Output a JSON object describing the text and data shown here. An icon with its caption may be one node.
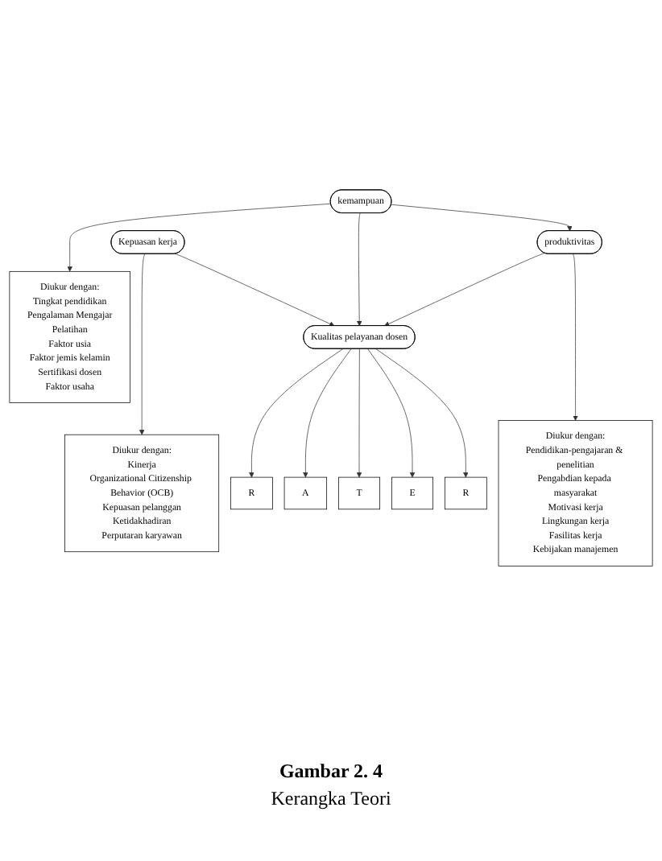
{
  "diagram": {
    "caption": "Gambar 2. 4",
    "nodes": [
      {
        "text": [
          "Diukur dengan:",
          "Tingkat pendidikan",
          "Pengalaman Mengajar",
          "Pelatihan",
          "Faktor usia",
          "Faktor jemis kelamin",
          "Sertifikasi dosen",
          "Faktor usaha"
        ]
      },
      {
        "text": [
          "Diukur dengan:",
          "Kinerja",
          "Organizational Citizenship Behavior (OCB)",
          "Kepuasan pelanggan",
          "Ketidakhadiran",
          "Perputaran karyawan"
        ]
      },
      {
        "text": [
          "kemampuan"
        ]
      },
      {
        "text": [
          "Kepuasan kerja"
        ]
      },
      {
        "text": [
          "Kualitas pelayanan dosen"
        ]
      },
      {
        "text": [
          "produktivitas"
        ]
      },
      {
        "text": [
          "Diukur dengan:",
          "Pendidikan-pengajaran & penelitian",
          "Pengabdian kepada masyarakat",
          "Motivasi kerja",
          "Lingkungan kerja",
          "Fasilitas kerja",
          "Kebijakan manajemen"
        ]
      },
      {
        "text": [
          "R"
        ]
      },
      {
        "text": [
          "A"
        ]
      },
      {
        "text": [
          "T"
        ]
      },
      {
        "text": [
          "E"
        ]
      },
      {
        "text": [
          "R"
        ]
      }
    ],
    "edges": [
      {
        "from": 2,
        "to": 0,
        "arrow": "to"
      },
      {
        "from": 3,
        "to": 1,
        "arrow": "to"
      },
      {
        "from": 2,
        "to": 4,
        "arrow": "to"
      },
      {
        "from": 3,
        "to": 4,
        "arrow": "to"
      },
      {
        "from": 2,
        "to": 5,
        "arrow": "to"
      },
      {
        "from": 5,
        "to": 4,
        "arrow": "to"
      },
      {
        "from": 5,
        "to": 6,
        "arrow": "to"
      },
      {
        "from": 4,
        "to": 7,
        "arrow": "to"
      },
      {
        "from": 4,
        "to": 8,
        "arrow": "to"
      },
      {
        "from": 4,
        "to": 9,
        "arrow": "to"
      },
      {
        "from": 4,
        "to": 10,
        "arrow": "to"
      },
      {
        "from": 4,
        "to": 11,
        "arrow": "to"
      }
    ],
    "labels": [
      "Kerangka Teori"
    ]
  }
}
